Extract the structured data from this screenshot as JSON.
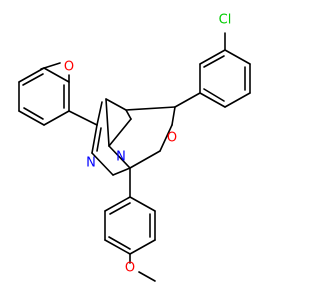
{
  "molecule": {
    "colors": {
      "bond": "#000000",
      "carbon_label": "#000000",
      "oxygen": "#ff0000",
      "nitrogen": "#0000ff",
      "chlorine": "#00cc00"
    },
    "atoms": [
      {
        "id": "cl",
        "label": "Cl",
        "element": "Cl"
      },
      {
        "id": "o_ring",
        "label": "O",
        "element": "O"
      },
      {
        "id": "n_top",
        "label": "N",
        "element": "N"
      },
      {
        "id": "n_bottom",
        "label": "N",
        "element": "N"
      },
      {
        "id": "o_methoxy_top",
        "label": "O",
        "element": "O"
      },
      {
        "id": "o_methoxy_bottom",
        "label": "O",
        "element": "O"
      }
    ]
  }
}
